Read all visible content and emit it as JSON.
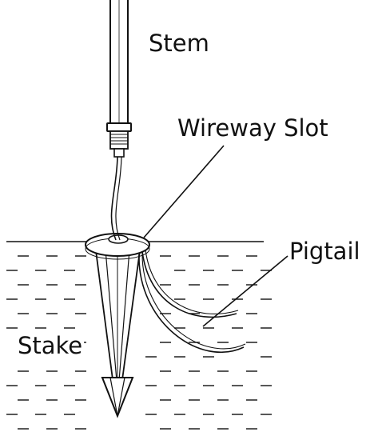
{
  "labels": {
    "stem": "Stem",
    "wireway_slot": "Wireway Slot",
    "pigtail": "Pigtail",
    "stake": "Stake"
  },
  "colors": {
    "line": "#111111",
    "background": "#ffffff"
  }
}
